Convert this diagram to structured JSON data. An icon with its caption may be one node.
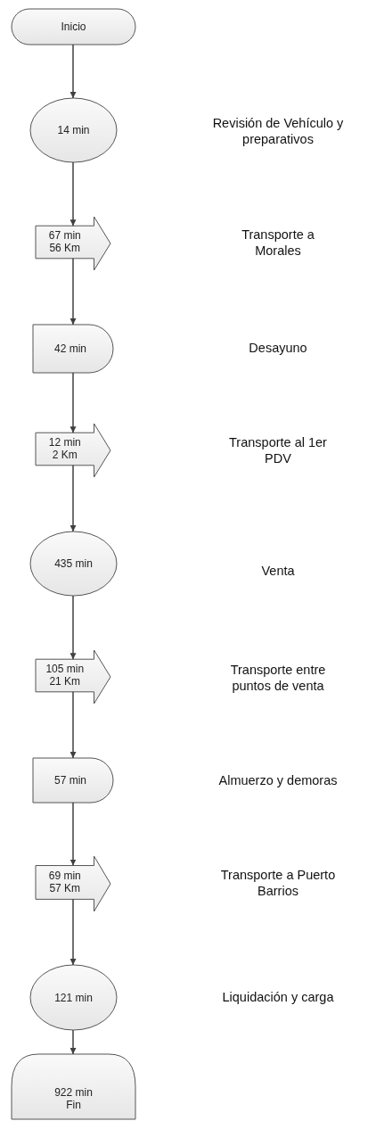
{
  "diagram": {
    "nodes": [
      {
        "text": [
          "Inicio"
        ]
      },
      {
        "text": [
          "14 min"
        ]
      },
      {
        "text": [
          "67 min",
          "56 Km"
        ]
      },
      {
        "text": [
          "42 min"
        ]
      },
      {
        "text": [
          "12 min",
          "2 Km"
        ]
      },
      {
        "text": [
          "435 min"
        ]
      },
      {
        "text": [
          "105 min",
          "21 Km"
        ]
      },
      {
        "text": [
          "57 min"
        ]
      },
      {
        "text": [
          "69 min",
          "57 Km"
        ]
      },
      {
        "text": [
          "121 min"
        ]
      },
      {
        "text": [
          "922 min",
          "Fin"
        ]
      }
    ],
    "edges": [
      {
        "from": 0,
        "to": 1,
        "arrow": "to"
      },
      {
        "from": 1,
        "to": 2,
        "arrow": "to"
      },
      {
        "from": 2,
        "to": 3,
        "arrow": "to"
      },
      {
        "from": 3,
        "to": 4,
        "arrow": "to"
      },
      {
        "from": 4,
        "to": 5,
        "arrow": "to"
      },
      {
        "from": 5,
        "to": 6,
        "arrow": "to"
      },
      {
        "from": 6,
        "to": 7,
        "arrow": "to"
      },
      {
        "from": 7,
        "to": 8,
        "arrow": "to"
      },
      {
        "from": 8,
        "to": 9,
        "arrow": "to"
      },
      {
        "from": 9,
        "to": 10,
        "arrow": "to"
      }
    ],
    "labels": [
      "Revisión de Vehículo y preparativos",
      "Transporte a Morales",
      "Desayuno",
      "Transporte al 1er PDV",
      "Venta",
      "Transporte entre puntos de venta",
      "Almuerzo y demoras",
      "Transporte a Puerto Barrios",
      "Liquidación y carga"
    ]
  }
}
